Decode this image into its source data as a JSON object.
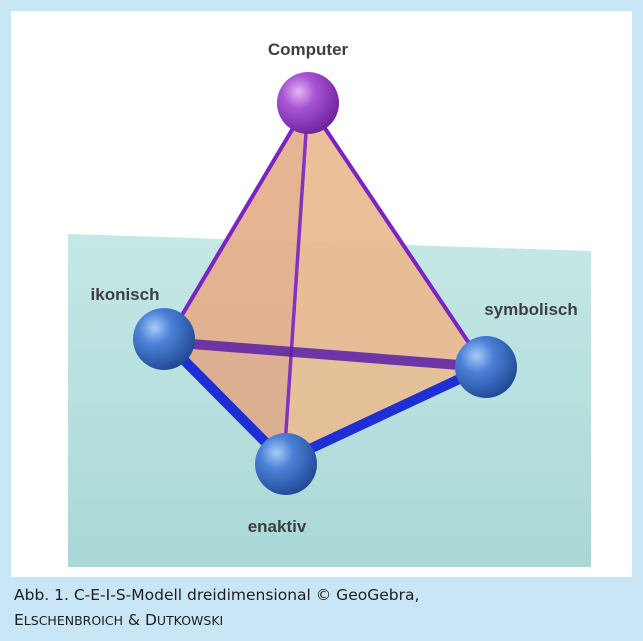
{
  "nodes": {
    "top": "Computer",
    "left": "ikonisch",
    "right": "symbolisch",
    "bottom": "enaktiv"
  },
  "caption": {
    "line1": "Abb. 1. C-E-I-S-Modell dreidimensional © GeoGebra,",
    "line2_name1_initial": "E",
    "line2_name1_rest": "lschenbroich",
    "line2_amp": " & ",
    "line2_name2_initial": "D",
    "line2_name2_rest": "utkowski"
  },
  "colors": {
    "frame": "#c9e6f6",
    "ground": "#b4dedd",
    "face": "#e7b48c",
    "edge_purple": "#7a24c4",
    "edge_blue": "#1f2fd6",
    "sphere_top": "#9b45c9",
    "sphere_base": "#3f74cf"
  }
}
